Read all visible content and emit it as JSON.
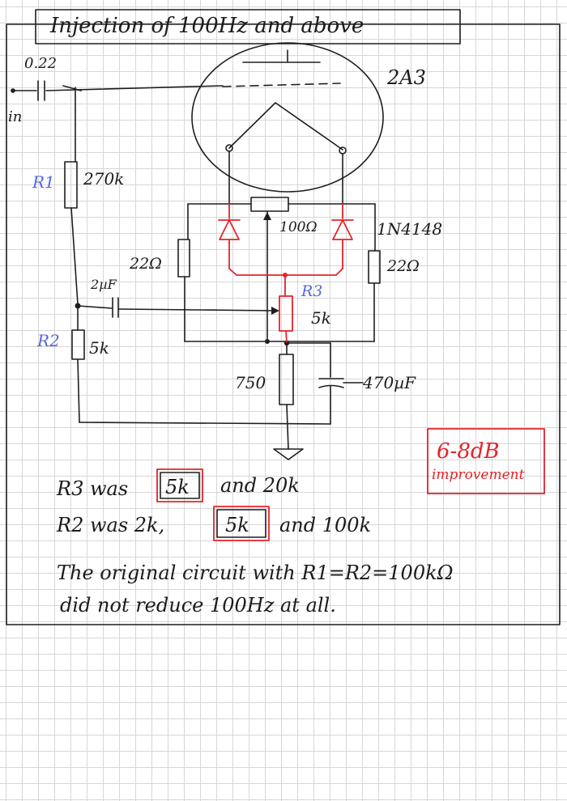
{
  "title": "Injection of 100Hz and above",
  "tube": {
    "name": "2A3"
  },
  "input": {
    "cap_value": "0.22",
    "label": "in"
  },
  "r1": {
    "ref": "R1",
    "value": "270k"
  },
  "r2": {
    "ref": "R2",
    "value": "5k"
  },
  "cap_coupling": {
    "value": "2µF"
  },
  "resistor_left": {
    "value": "22Ω"
  },
  "resistor_right": {
    "value": "22Ω"
  },
  "hum_pot": {
    "value": "100Ω"
  },
  "diodes": {
    "label": "1N4148"
  },
  "r3": {
    "ref": "R3",
    "value": "5k"
  },
  "cathode_resistor": {
    "value": "750"
  },
  "cathode_cap": {
    "value": "470µF"
  },
  "improvement_note": {
    "line1": "6-8dB",
    "line2": "improvement"
  },
  "notes": {
    "r3_line": {
      "prefix": "R3 was",
      "boxed": "5k",
      "suffix": "and 20k"
    },
    "r2_line": {
      "prefix": "R2 was 2k,",
      "boxed": "5k",
      "suffix": "and 100k"
    },
    "summary_line1": "The original circuit with R1=R2=100kΩ",
    "summary_line2": "did not reduce 100Hz at all."
  }
}
